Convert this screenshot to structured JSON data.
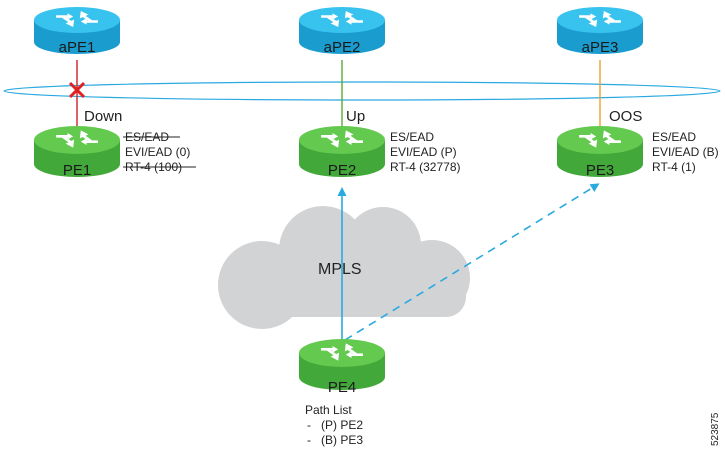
{
  "figure_id": "523875",
  "colors": {
    "aggregation_router": "#29b6e6",
    "pe_router": "#5cc24a",
    "link_down": "#cc2222",
    "link_up": "#5aa832",
    "link_oos": "#f0a030",
    "mpls_path": "#2aa9e0",
    "cloud": "#d2d3d5",
    "ring": "#2aa9e0"
  },
  "routers": {
    "ape1": {
      "name": "aPE1"
    },
    "ape2": {
      "name": "aPE2"
    },
    "ape3": {
      "name": "aPE3"
    },
    "pe1": {
      "name": "PE1"
    },
    "pe2": {
      "name": "PE2"
    },
    "pe3": {
      "name": "PE3"
    },
    "pe4": {
      "name": "PE4"
    }
  },
  "links": {
    "pe1": {
      "state": "Down"
    },
    "pe2": {
      "state": "Up"
    },
    "pe3": {
      "state": "OOS"
    }
  },
  "routes": {
    "pe1": {
      "lines": [
        "ES/EAD",
        "EVI/EAD (0)",
        "RT-4 (100)"
      ],
      "withdrawn": [
        true,
        false,
        true
      ]
    },
    "pe2": {
      "lines": [
        "ES/EAD",
        "EVI/EAD (P)",
        "RT-4 (32778)"
      ]
    },
    "pe3": {
      "lines": [
        "ES/EAD",
        "EVI/EAD (B)",
        "RT-4 (1)"
      ]
    }
  },
  "cloud_label": "MPLS",
  "path_list": {
    "title": "Path List",
    "entries": [
      "-   (P) PE2",
      "-   (B) PE3"
    ]
  }
}
